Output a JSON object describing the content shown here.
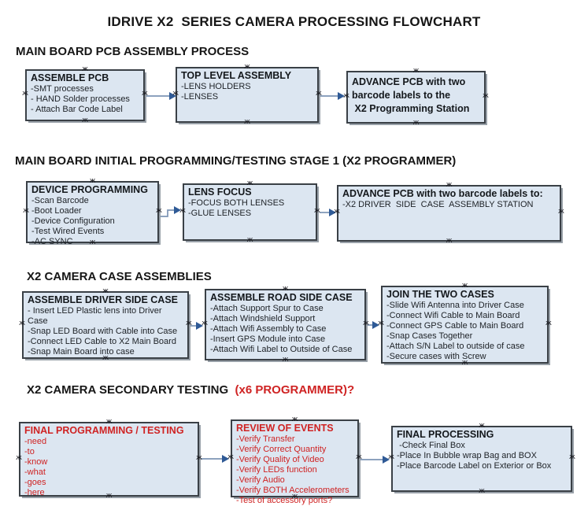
{
  "title": "IDRIVE X2  SERIES CAMERA PROCESSING FLOWCHART",
  "icons": {
    "anchor_glyph": "ж"
  },
  "colors": {
    "box_fill": "#dce6f1",
    "box_border": "#3a4046",
    "red_text": "#cf2323",
    "arrow_line": "#7d95b5",
    "arrow_head": "#2f5a96"
  },
  "sections": [
    {
      "heading": "MAIN BOARD PCB ASSEMBLY PROCESS",
      "boxes": [
        {
          "title": "ASSEMBLE PCB",
          "items": [
            "-SMT processes",
            "- HAND Solder processes",
            "- Attach Bar Code Label"
          ]
        },
        {
          "title": "TOP LEVEL ASSEMBLY",
          "items": [
            "-LENS HOLDERS",
            "-LENSES"
          ]
        },
        {
          "title": "ADVANCE PCB with two\nbarcode labels to the\n X2 Programming Station",
          "items": []
        }
      ]
    },
    {
      "heading": "MAIN BOARD INITIAL PROGRAMMING/TESTING STAGE 1 (X2 PROGRAMMER)",
      "boxes": [
        {
          "title": "DEVICE PROGRAMMING",
          "items": [
            "-Scan Barcode",
            "-Boot Loader",
            "-Device Configuration",
            "-Test Wired Events",
            "-AC SYNC"
          ]
        },
        {
          "title": "LENS FOCUS",
          "items": [
            "-FOCUS BOTH LENSES",
            "-GLUE LENSES"
          ]
        },
        {
          "title": "ADVANCE PCB with two barcode labels to:",
          "items": [
            "-X2 DRIVER  SIDE  CASE  ASSEMBLY STATION"
          ]
        }
      ]
    },
    {
      "heading": "X2 CAMERA CASE ASSEMBLIES",
      "boxes": [
        {
          "title": "ASSEMBLE DRIVER SIDE CASE",
          "items": [
            "- Insert LED Plastic lens into Driver Case",
            "-Snap LED Board with Cable into Case",
            "-Connect LED Cable to X2 Main Board",
            "-Snap Main Board into case"
          ]
        },
        {
          "title": "ASSEMBLE ROAD SIDE CASE",
          "items": [
            "-Attach Support Spur to Case",
            "-Attach Windshield Support",
            "-Attach Wifi Assembly to Case",
            "-Insert GPS Module into Case",
            "-Attach Wifi Label to Outside of Case"
          ]
        },
        {
          "title": "JOIN THE TWO CASES",
          "items": [
            "-Slide Wifi Antenna into Driver Case",
            "-Connect Wifi Cable to Main Board",
            "-Connect GPS Cable to Main Board",
            "-Snap Cases Together",
            "-Attach S/N Label to outside of case",
            "-Secure cases with Screw"
          ]
        }
      ]
    },
    {
      "heading": "X2 CAMERA SECONDARY TESTING ",
      "heading_suffix": " (x6 PROGRAMMER)?",
      "boxes": [
        {
          "title": "FINAL PROGRAMMING / TESTING",
          "items": [
            "-need",
            "-to",
            "-know",
            "-what",
            "-goes",
            "-here"
          ]
        },
        {
          "title": "REVIEW OF EVENTS",
          "items": [
            "-Verify Transfer",
            "-Verify Correct Quantity",
            "-Verify Quality of Video",
            "-Verify LEDs function",
            "-Verify Audio",
            "-Verify BOTH Accelerometers",
            "-Test of accessory ports?"
          ]
        },
        {
          "title": "FINAL PROCESSING",
          "items": [
            " -Check Final Box",
            "-Place In Bubble wrap Bag and BOX",
            "-Place Barcode Label on Exterior or Box"
          ]
        }
      ]
    }
  ]
}
